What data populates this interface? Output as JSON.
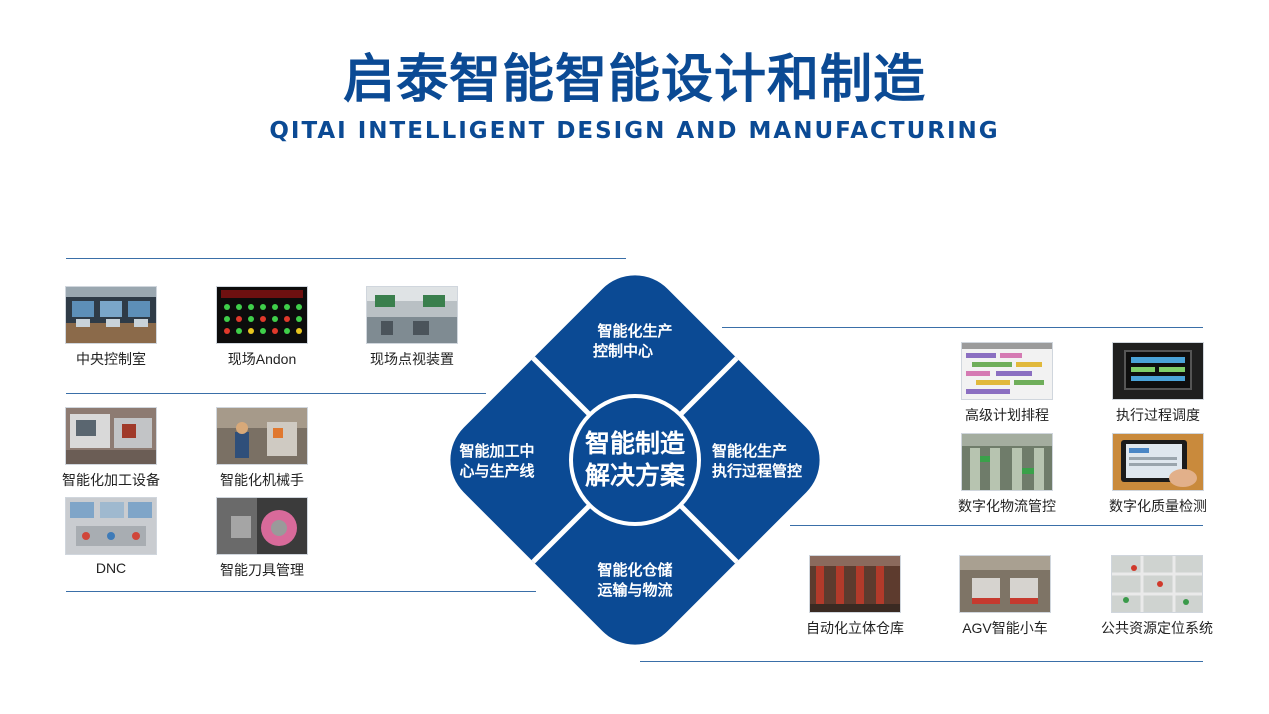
{
  "header": {
    "title": "启泰智能智能设计和制造",
    "subtitle": "QITAI INTELLIGENT DESIGN AND MANUFACTURING"
  },
  "colors": {
    "brand_blue": "#0b4a94",
    "line_blue": "#3a6fa8"
  },
  "center": {
    "line1": "智能制造",
    "line2": "解决方案"
  },
  "segments": {
    "top": {
      "line1": "智能化生产",
      "line2": "控制中心"
    },
    "left": {
      "line1": "智能加工中",
      "line2": "心与生产线"
    },
    "right": {
      "line1": "智能化生产",
      "line2": "执行过程管控"
    },
    "bottom": {
      "line1": "智能化仓储",
      "line2": "运输与物流"
    }
  },
  "tiles": {
    "control_room": "中央控制室",
    "andon": "现场Andon",
    "inspection": "现场点视装置",
    "machining": "智能化加工设备",
    "robot_arm": "智能化机械手",
    "dnc": "DNC",
    "tooling": "智能刀具管理",
    "scheduling": "高级计划排程",
    "dispatch": "执行过程调度",
    "logistics": "数字化物流管控",
    "quality": "数字化质量检测",
    "warehouse": "自动化立体仓库",
    "agv": "AGV智能小车",
    "positioning": "公共资源定位系统"
  }
}
